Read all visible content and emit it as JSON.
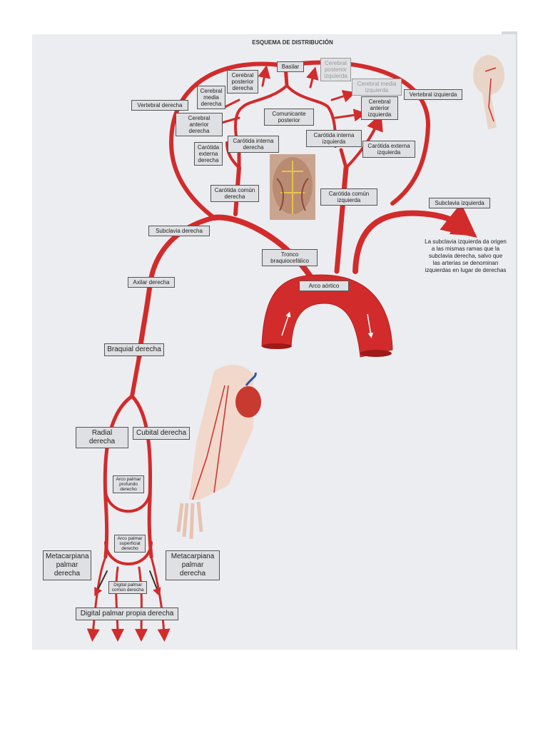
{
  "diagram": {
    "title": "ESQUEMA DE DISTRIBUCIÓN",
    "colors": {
      "artery": "#d22b2b",
      "label_bg": "#dfe0e3",
      "page_bg": "#ecedf1"
    },
    "labels": {
      "basilar": "Basilar",
      "cerebral_posterior_izquierda": "Cerebral posterior izquierda",
      "cerebral_posterior_derecha": "Cerebral posterior derecha",
      "cerebral_media_derecha": "Cerebral media derecha",
      "cerebral_media_izquierda": "Cerebral media izquierda",
      "vertebral_derecha": "Vertebral derecha",
      "vertebral_izquierda": "Vertebral izquierda",
      "cerebral_anterior_derecha": "Cerebral anterior derecha",
      "cerebral_anterior_izquierda": "Cerebral anterior izquierda",
      "comunicante_posterior": "Comunicante posterior",
      "carotida_interna_derecha": "Carótida interna derecha",
      "carotida_interna_izquierda": "Carótida interna izquierda",
      "carotida_externa_derecha": "Carótida externa derecha",
      "carotida_externa_izquierda": "Carótida externa izquierda",
      "carotida_comun_derecha": "Carótida común derecha",
      "carotida_comun_izquierda": "Carótida común izquierda",
      "subclavia_izquierda": "Subclavia izquierda",
      "subclavia_derecha": "Subclavia derecha",
      "tronco_braquiocefalico": "Tronco braquiocefálico",
      "axilar_derecha": "Axilar derecha",
      "arco_aortico": "Arco aórtico",
      "braquial_derecha": "Braquial derecha",
      "radial_derecha": "Radial derecha",
      "cubital_derecha": "Cubital derecha",
      "arco_palmar_profundo_derecho": "Arco palmar profundo derecho",
      "arco_palmar_superficial_derecho": "Arco palmar superficial derecho",
      "metacarpiana_palmar_derecha_1": "Metacarpiana palmar derecha",
      "metacarpiana_palmar_derecha_2": "Metacarpiana palmar derecha",
      "digital_palmar_comun_derecha": "Digital palmar común derecha",
      "digital_palmar_propia_derecha": "Digital palmar propia derecha"
    },
    "note": "La subclavia izquierda da origen a las mismas ramas que la subclavia derecha, salvo que las arterias se denominan izquierdas en lugar de derechas"
  }
}
